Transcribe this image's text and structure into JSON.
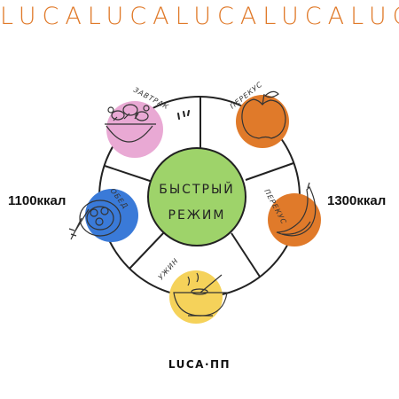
{
  "banner": {
    "text": "LUCALUCALUCALUCALUCA"
  },
  "center": {
    "line1": "БЫСТРЫЙ",
    "line2": "РЕЖИМ"
  },
  "kcal": {
    "left": "1100ккал",
    "right": "1300ккал"
  },
  "meals": [
    {
      "label": "ЗАВТРАК",
      "icon": "salad-bowl-icon",
      "color": "#e9a9d4"
    },
    {
      "label": "ПЕРЕКУС",
      "icon": "apple-icon",
      "color": "#e07a2a"
    },
    {
      "label": "ПЕРЕКУС",
      "icon": "banana-icon",
      "color": "#e07a2a"
    },
    {
      "label": "УЖИН",
      "icon": "soup-bowl-icon",
      "color": "#f5d25a"
    },
    {
      "label": "ОБЕД",
      "icon": "dinner-plate-icon",
      "color": "#3a7ad8"
    }
  ],
  "footer": {
    "brand": "LUCA·ПП"
  },
  "colors": {
    "accent": "#e07a2a",
    "center_fill": "#9ed36a"
  }
}
